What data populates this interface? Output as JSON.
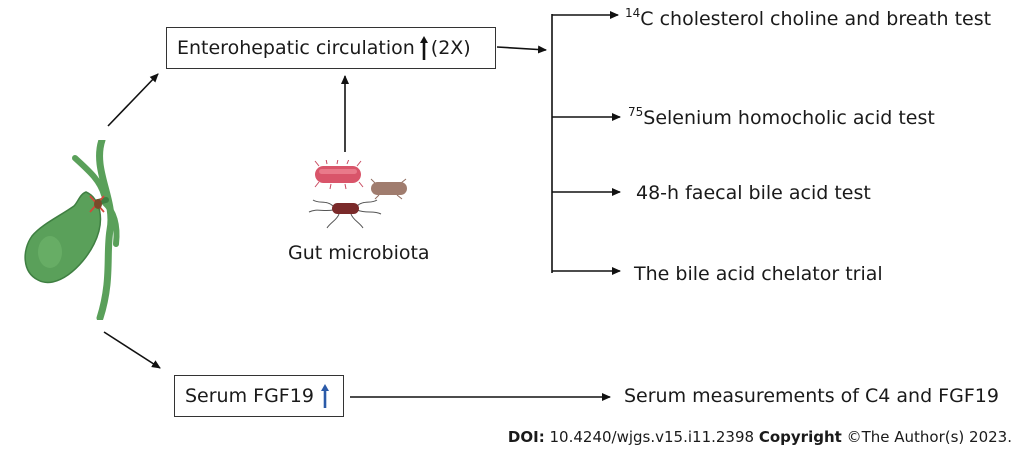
{
  "diagram": {
    "enterohepatic_box": {
      "label": "Enterohepatic circulation",
      "suffix": "(2X)"
    },
    "gut_microbiota": {
      "label": "Gut microbiota"
    },
    "tests": [
      {
        "superscript": "14",
        "text": "C cholesterol choline and breath test"
      },
      {
        "superscript": "75",
        "text": "Selenium homocholic acid test"
      },
      {
        "superscript": "",
        "text": "48-h faecal bile acid test"
      },
      {
        "superscript": "",
        "text": "The bile acid chelator trial"
      }
    ],
    "serum_box": {
      "label": "Serum FGF19"
    },
    "serum_result": "Serum measurements of C4 and FGF19"
  },
  "footer": {
    "doi_label": "DOI:",
    "doi_value": "10.4240/wjgs.v15.i11.2398",
    "copyright_label": "Copyright",
    "copyright_text": "©The Author(s) 2023."
  },
  "colors": {
    "gallbladder": "#5aa05a",
    "gallbladder_dark": "#3f7f42",
    "up_arrow_enterohepatic": "#111111",
    "up_arrow_serum": "#2b5aa8",
    "bacteria_pink": "#d9556a",
    "bacteria_brown": "#a07c6e",
    "bacteria_dark": "#7a2a2a"
  }
}
